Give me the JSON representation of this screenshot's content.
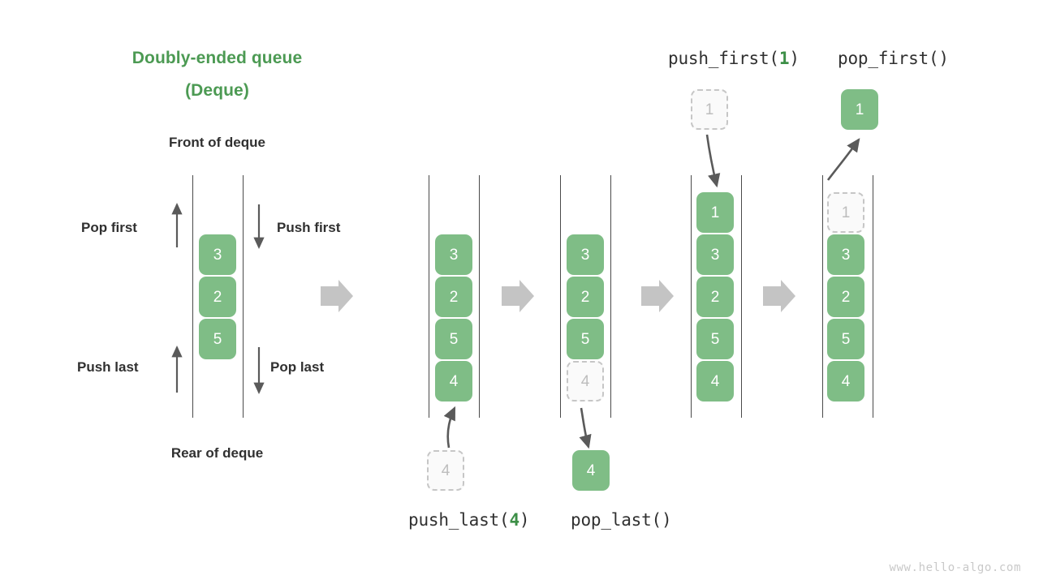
{
  "title": {
    "line1": "Doubly-ended queue",
    "line2": "(Deque)",
    "color": "#4c9a53"
  },
  "labels": {
    "front": "Front of deque",
    "rear": "Rear of deque",
    "pop_first": "Pop first",
    "push_first": "Push first",
    "push_last": "Push last",
    "pop_last": "Pop last"
  },
  "operations": {
    "push_last": {
      "name": "push_last(",
      "arg": "4",
      "close": ")"
    },
    "pop_last": {
      "name": "pop_last()",
      "arg": "",
      "close": ""
    },
    "push_first": {
      "name": "push_first(",
      "arg": "1",
      "close": ")"
    },
    "pop_first": {
      "name": "pop_first()",
      "arg": "",
      "close": ""
    }
  },
  "colors": {
    "node_fill": "#7fbd86",
    "node_text": "#ffffff",
    "ghost_fill": "#fafafa",
    "ghost_border": "#c6c6c6",
    "ghost_text": "#bdbdbd",
    "rail": "#4a4a4a",
    "arrow": "#5a5a5a",
    "block_arrow": "#c4c4c4",
    "title_green": "#4c9a53",
    "accent_green": "#3d8f47"
  },
  "stages": [
    {
      "id": "initial",
      "caption": "",
      "nodes": [
        {
          "value": "3",
          "ghost": false
        },
        {
          "value": "2",
          "ghost": false
        },
        {
          "value": "5",
          "ghost": false
        }
      ],
      "floating": []
    },
    {
      "id": "push-last",
      "caption": "push_last(4)",
      "nodes": [
        {
          "value": "3",
          "ghost": false
        },
        {
          "value": "2",
          "ghost": false
        },
        {
          "value": "5",
          "ghost": false
        },
        {
          "value": "4",
          "ghost": false
        }
      ],
      "floating": [
        {
          "value": "4",
          "ghost": true,
          "position": "below"
        }
      ]
    },
    {
      "id": "pop-last",
      "caption": "pop_last()",
      "nodes": [
        {
          "value": "3",
          "ghost": false
        },
        {
          "value": "2",
          "ghost": false
        },
        {
          "value": "5",
          "ghost": false
        },
        {
          "value": "4",
          "ghost": true
        }
      ],
      "floating": [
        {
          "value": "4",
          "ghost": false,
          "position": "below"
        }
      ]
    },
    {
      "id": "push-first",
      "caption": "push_first(1)",
      "nodes": [
        {
          "value": "1",
          "ghost": false
        },
        {
          "value": "3",
          "ghost": false
        },
        {
          "value": "2",
          "ghost": false
        },
        {
          "value": "5",
          "ghost": false
        },
        {
          "value": "4",
          "ghost": false
        }
      ],
      "floating": [
        {
          "value": "1",
          "ghost": true,
          "position": "above"
        }
      ]
    },
    {
      "id": "pop-first",
      "caption": "pop_first()",
      "nodes": [
        {
          "value": "1",
          "ghost": true
        },
        {
          "value": "3",
          "ghost": false
        },
        {
          "value": "2",
          "ghost": false
        },
        {
          "value": "5",
          "ghost": false
        },
        {
          "value": "4",
          "ghost": false
        }
      ],
      "floating": [
        {
          "value": "1",
          "ghost": false,
          "position": "above"
        }
      ]
    }
  ],
  "watermark": "www.hello-algo.com"
}
